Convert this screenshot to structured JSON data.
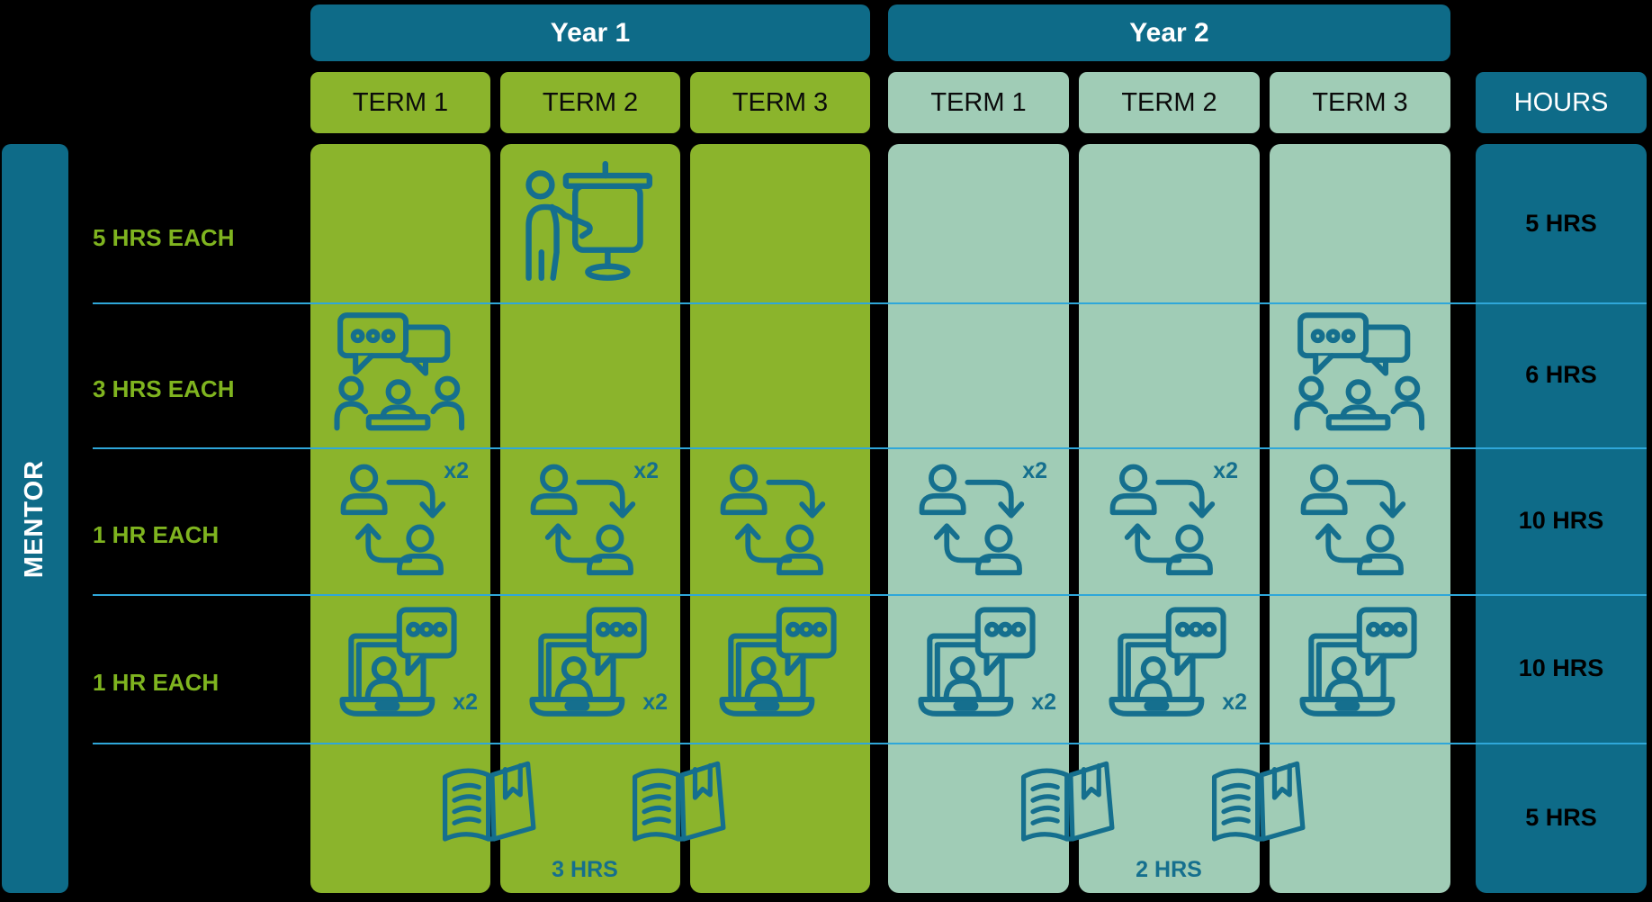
{
  "sidebar": {
    "label": "MENTOR"
  },
  "years": [
    {
      "label": "Year 1",
      "terms": [
        "TERM 1",
        "TERM 2",
        "TERM 3"
      ]
    },
    {
      "label": "Year 2",
      "terms": [
        "TERM 1",
        "TERM 2",
        "TERM 3"
      ]
    }
  ],
  "hours_header": "HOURS",
  "rows": [
    {
      "label": "5 HRS EACH",
      "total": "5 HRS",
      "activity": "presentation"
    },
    {
      "label": "3 HRS EACH",
      "total": "6 HRS",
      "activity": "group-discussion"
    },
    {
      "label": "1 HR EACH",
      "total": "10 HRS",
      "activity": "mentor-mentee-exchange"
    },
    {
      "label": "1 HR EACH",
      "total": "10 HRS",
      "activity": "video-call"
    },
    {
      "label": "",
      "total": "5 HRS",
      "activity": "reading"
    }
  ],
  "badges": {
    "multiplier": "x2"
  },
  "annotations": {
    "year1_reading": "3 HRS",
    "year2_reading": "2 HRS"
  },
  "icons": {
    "presentation": "presentation-icon",
    "group_discussion": "group-discussion-icon",
    "exchange": "mentor-mentee-exchange-icon",
    "video_call": "video-call-icon",
    "book": "reading-book-icon"
  },
  "colors": {
    "teal": "#0e6b88",
    "green": "#8bb42c",
    "light_green": "#a0ccb6",
    "icon_stroke": "#156f8e",
    "divider_blue": "#2fa7d9",
    "label_green": "#7fb41f",
    "background": "#000000"
  }
}
